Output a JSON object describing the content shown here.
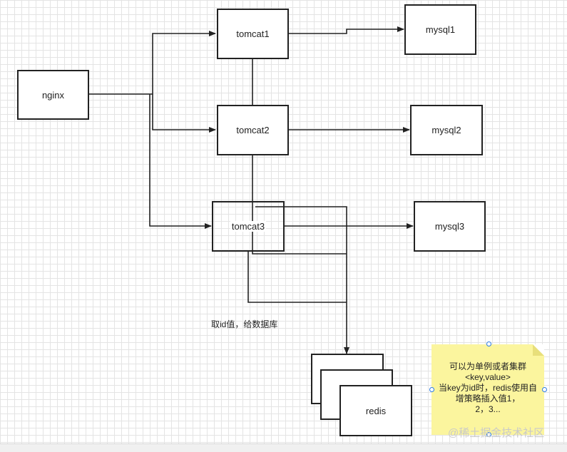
{
  "nodes": {
    "nginx": "nginx",
    "tomcat1": "tomcat1",
    "tomcat2": "tomcat2",
    "tomcat3": "tomcat3",
    "mysql1": "mysql1",
    "mysql2": "mysql2",
    "mysql3": "mysql3",
    "redis": "redis"
  },
  "caption": "取id值，给数据库",
  "note": {
    "text": "可以为单例或者集群\n<key,value>\n当key为id时，redis使用自增策略插入值1，\n2，3..."
  },
  "watermark": "@稀土掘金技术社区",
  "colors": {
    "line": "#222222",
    "note": "#fbf59e",
    "handle": "#2a7ae2"
  }
}
